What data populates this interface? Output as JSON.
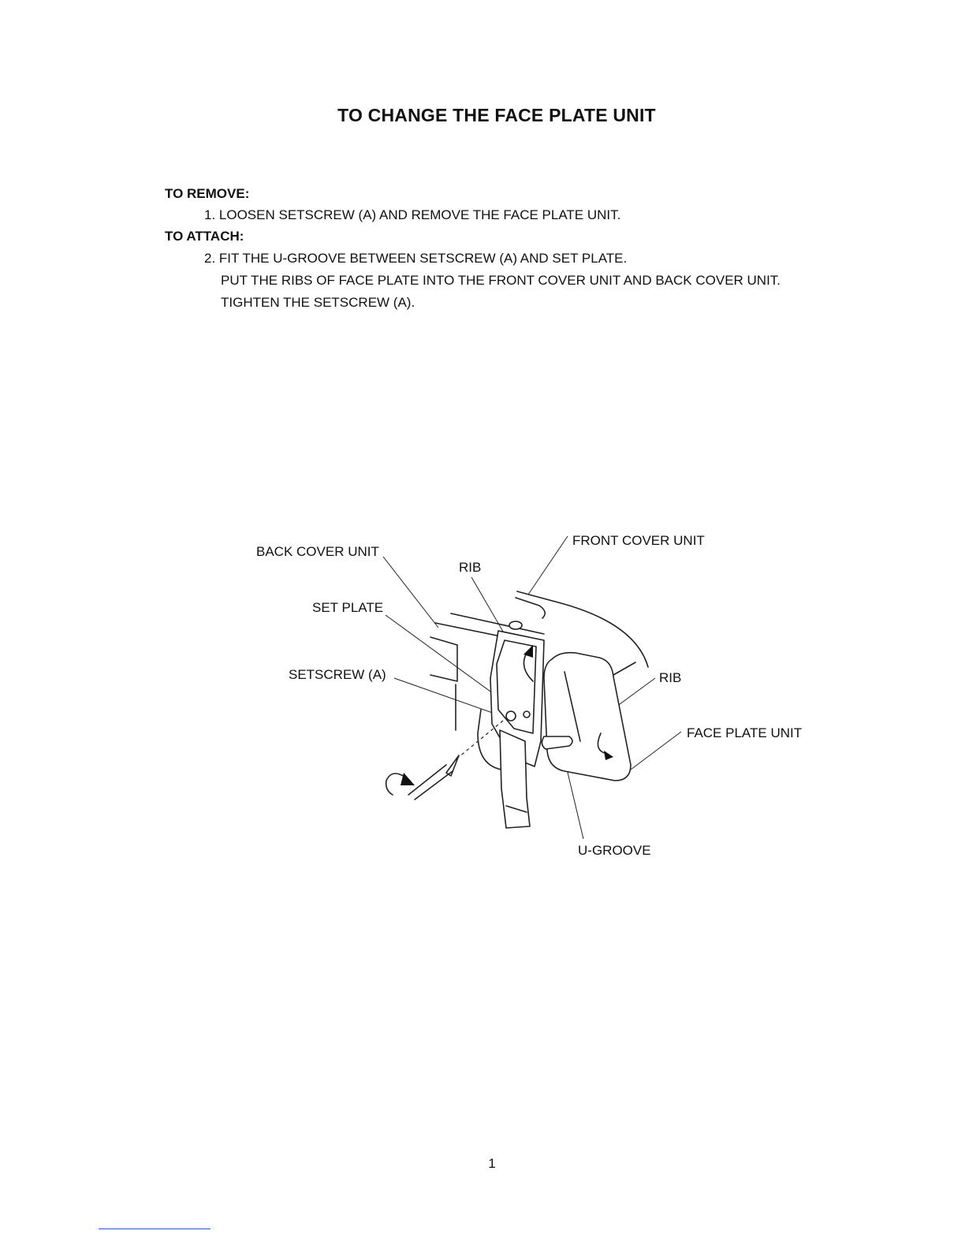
{
  "title": "TO CHANGE THE FACE PLATE UNIT",
  "remove": {
    "heading": "TO REMOVE:",
    "steps": [
      "1. LOOSEN SETSCREW (A) AND REMOVE THE FACE PLATE UNIT."
    ]
  },
  "attach": {
    "heading": "TO ATTACH:",
    "lines": [
      "2. FIT THE U-GROOVE BETWEEN SETSCREW (A) AND SET PLATE.",
      "PUT THE RIBS OF FACE PLATE INTO THE FRONT COVER UNIT AND BACK COVER UNIT.",
      "TIGHTEN THE SETSCREW (A)."
    ]
  },
  "diagram": {
    "labels": {
      "back_cover_unit": "BACK COVER UNIT",
      "rib_top": "RIB",
      "front_cover_unit": "FRONT COVER UNIT",
      "set_plate": "SET PLATE",
      "setscrew": "SETSCREW (A)",
      "rib_right": "RIB",
      "face_plate_unit": "FACE PLATE UNIT",
      "u_groove": "U-GROOVE"
    }
  },
  "page_number": "1"
}
